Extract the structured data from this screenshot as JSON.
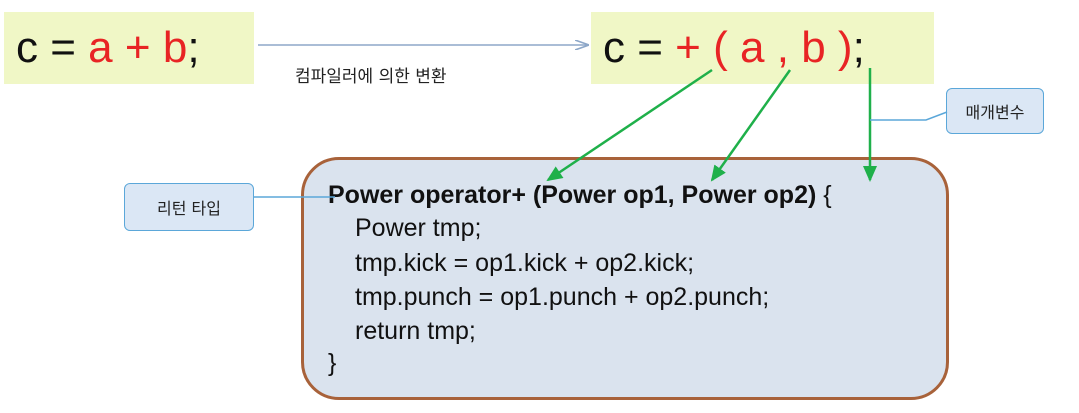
{
  "left_expr": {
    "c": "c",
    "eq": "=",
    "a": "a",
    "plus": "+",
    "b": "b",
    "semi": ";"
  },
  "right_expr": {
    "c": "c",
    "eq": "=",
    "plus": "+",
    "lparen": "(",
    "a": "a",
    "comma": ",",
    "b": "b",
    "rparen": ")",
    "semi": ";"
  },
  "compile_label": "컴파일러에 의한 변환",
  "callouts": {
    "param": "매개변수",
    "return_type": "리턴 타입"
  },
  "code": {
    "signature_bold": "Power operator+ (Power op1, Power op2)",
    "signature_brace": " {",
    "lines": [
      "Power tmp;",
      "tmp.kick = op1.kick + op2.kick;",
      "tmp.punch = op1.punch + op2.punch;",
      "return tmp;"
    ],
    "closing": "}"
  },
  "colors": {
    "highlight": "#f0f7c6",
    "red": "#e82424",
    "code_bg": "#dae3ee",
    "code_border": "#a8623a",
    "arrow": "#1fb04a",
    "callout_border": "#5ba7d9"
  }
}
